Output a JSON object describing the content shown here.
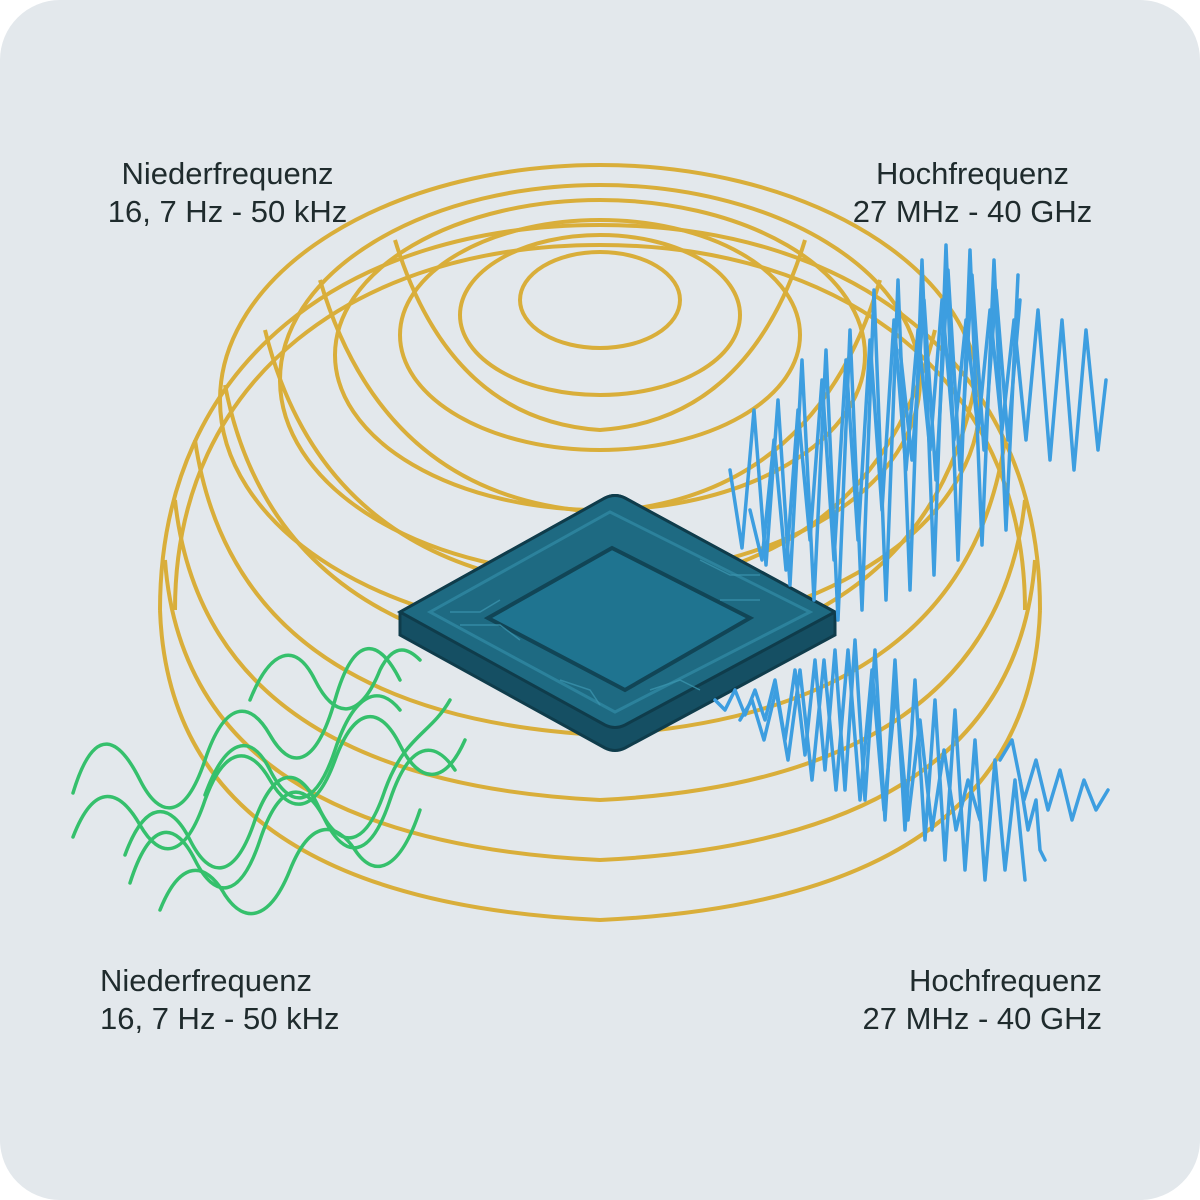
{
  "labels": {
    "top_left": {
      "title": "Niederfrequenz",
      "range": "16, 7 Hz - 50 kHz"
    },
    "top_right": {
      "title": "Hochfrequenz",
      "range": "27 MHz - 40 GHz"
    },
    "bottom_left": {
      "title": "Niederfrequenz",
      "range": "16, 7 Hz - 50 kHz"
    },
    "bottom_right": {
      "title": "Hochfrequenz",
      "range": "27 MHz - 40 GHz"
    }
  },
  "elements": {
    "dome": "field-dome",
    "chip": "microchip-icon",
    "low_frequency_waves": "sine-wave-icon",
    "high_frequency_waves": "high-frequency-wave-icon"
  },
  "colors": {
    "background": "#e3e8ec",
    "dome": "#d9ae3a",
    "chip": "#1e6a82",
    "chip_dark": "#154f63",
    "low_frequency": "#35c06c",
    "high_frequency": "#3d9ee0",
    "text": "#1f2b2d"
  }
}
